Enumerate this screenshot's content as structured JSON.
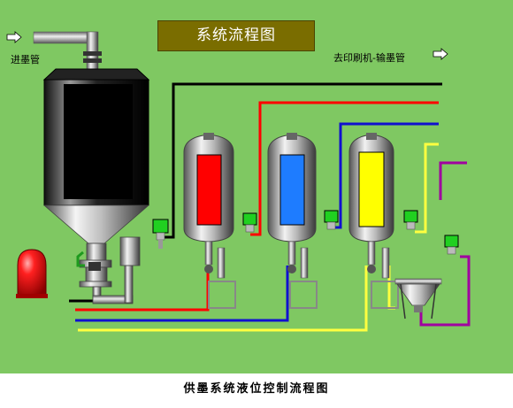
{
  "window": {
    "title": "系统流程图",
    "inlet_label": "进墨管",
    "outlet_label": "去印刷机-输墨管",
    "caption": "供墨系统液位控制流程图",
    "arrow_symbol": "⇨"
  },
  "tanks": [
    {
      "name": "red-ink-tank",
      "fluid_color": "#ff0000"
    },
    {
      "name": "blue-ink-tank",
      "fluid_color": "#1e7cff"
    },
    {
      "name": "yellow-ink-tank",
      "fluid_color": "#ffff00"
    }
  ],
  "colors": {
    "background": "#7fc862",
    "title_bg": "#7a6d00",
    "pipe_black": "#000000",
    "pipe_red": "#ff0000",
    "pipe_blue": "#1010d0",
    "pipe_yellow": "#ffff40",
    "pipe_purple": "#a000a0",
    "sensor_green": "#20d020",
    "alarm_red": "#ff0000"
  },
  "icons": [
    "inlet-arrow-icon",
    "outlet-arrow-icon",
    "level-sensor-icon",
    "alarm-lamp-icon",
    "valve-icon"
  ]
}
